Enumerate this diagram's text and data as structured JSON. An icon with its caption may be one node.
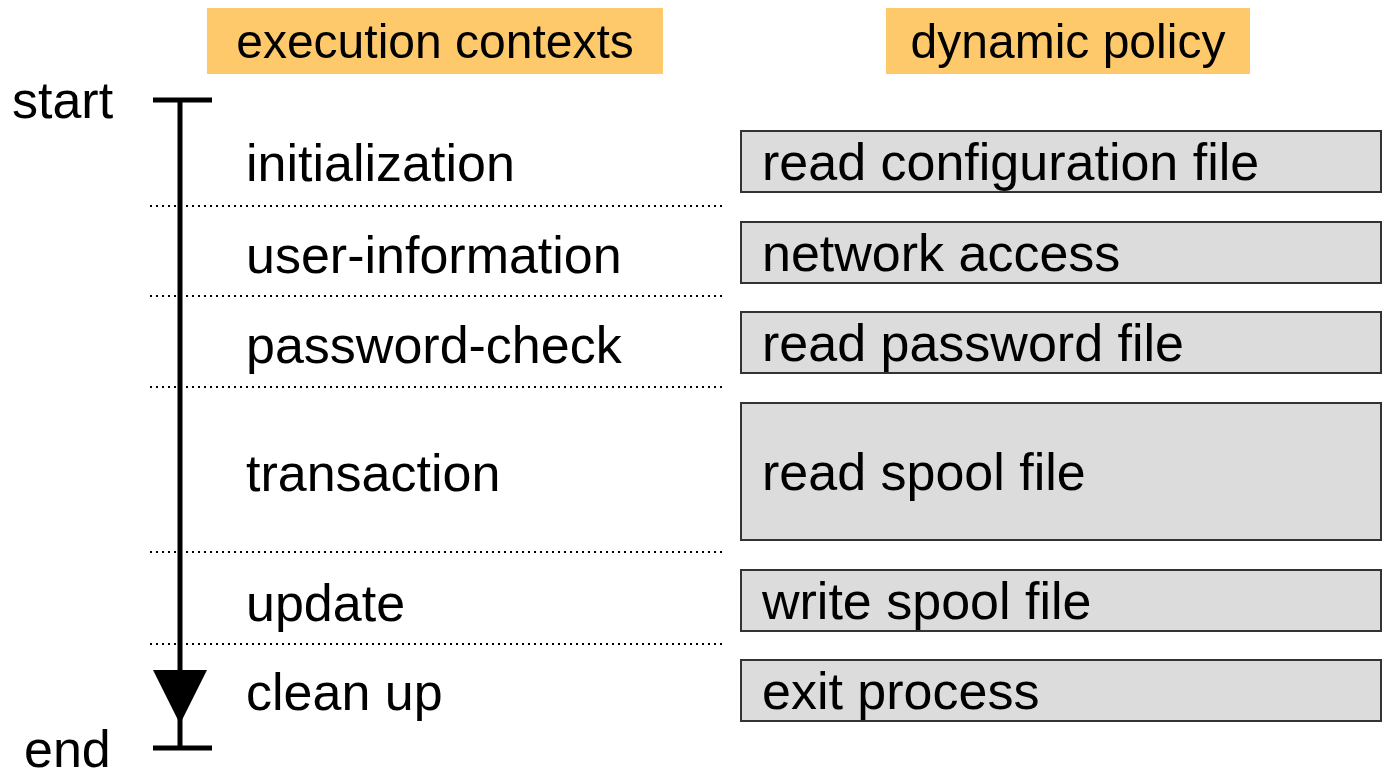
{
  "diagram": {
    "nodes": [
      {
        "text": [
          "execution contexts"
        ]
      },
      {
        "text": [
          "dynamic policy"
        ]
      },
      {
        "text": [
          "start"
        ]
      },
      {
        "text": [
          "read configuration file"
        ]
      },
      {
        "text": [
          "network access"
        ]
      },
      {
        "text": [
          "read password file"
        ]
      },
      {
        "text": [
          "read spool file"
        ]
      },
      {
        "text": [
          "write spool file"
        ]
      },
      {
        "text": [
          "exit process"
        ]
      },
      {
        "text": [
          "end"
        ]
      }
    ],
    "edges": [
      {
        "from": 2,
        "to": 9,
        "arrow": "to"
      }
    ],
    "labels": [
      "initialization",
      "user-information",
      "password-check",
      "transaction",
      "update",
      "clean up"
    ]
  }
}
